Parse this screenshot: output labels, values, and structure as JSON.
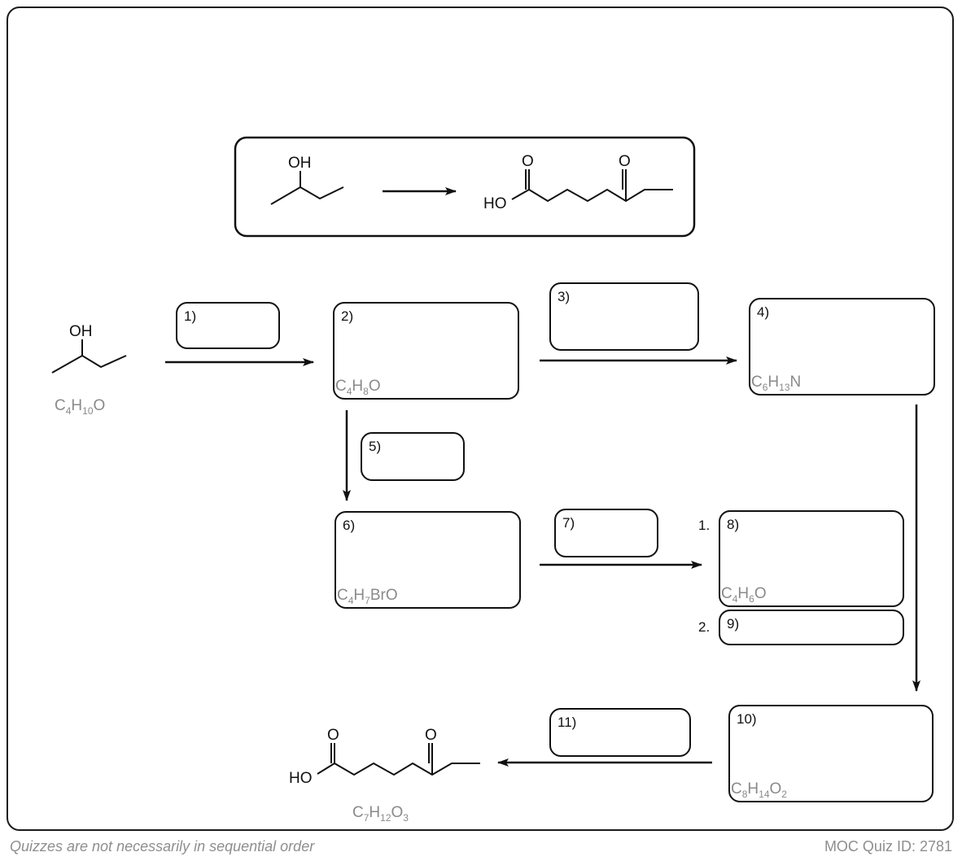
{
  "overview": {
    "start_oh": "OH",
    "product_o1": "O",
    "product_o2": "O",
    "product_ho": "HO"
  },
  "start": {
    "oh": "OH",
    "formula": {
      "c": "C",
      "c_n": "4",
      "h": "H",
      "h_n": "10",
      "o": "O"
    }
  },
  "boxes": [
    {
      "id": "1",
      "label": "1)"
    },
    {
      "id": "2",
      "label": "2)",
      "formula": {
        "c": "C",
        "c_n": "4",
        "h": "H",
        "h_n": "8",
        "o": "O"
      }
    },
    {
      "id": "3",
      "label": "3)"
    },
    {
      "id": "4",
      "label": "4)",
      "formula": {
        "c": "C",
        "c_n": "6",
        "h": "H",
        "h_n": "13",
        "rest": "N"
      }
    },
    {
      "id": "5",
      "label": "5)"
    },
    {
      "id": "6",
      "label": "6)",
      "formula": {
        "c": "C",
        "c_n": "4",
        "h": "H",
        "h_n": "7",
        "rest": "BrO"
      }
    },
    {
      "id": "7",
      "label": "7)"
    },
    {
      "id": "8",
      "label": "8)",
      "formula": {
        "c": "C",
        "c_n": "4",
        "h": "H",
        "h_n": "6",
        "rest": "O"
      }
    },
    {
      "id": "9",
      "label": "9)"
    },
    {
      "id": "10",
      "label": "10)",
      "formula": {
        "c": "C",
        "c_n": "8",
        "h": "H",
        "h_n": "14",
        "rest": "O",
        "rest_n": "2"
      }
    },
    {
      "id": "11",
      "label": "11)"
    }
  ],
  "steps": {
    "one": "1.",
    "two": "2."
  },
  "product": {
    "o1": "O",
    "o2": "O",
    "ho": "HO",
    "formula": {
      "c": "C",
      "c_n": "7",
      "h": "H",
      "h_n": "12",
      "o": "O",
      "o_n": "3"
    }
  },
  "footer": {
    "left": "Quizzes are not necessarily in sequential order",
    "right": "MOC Quiz ID: 2781"
  }
}
